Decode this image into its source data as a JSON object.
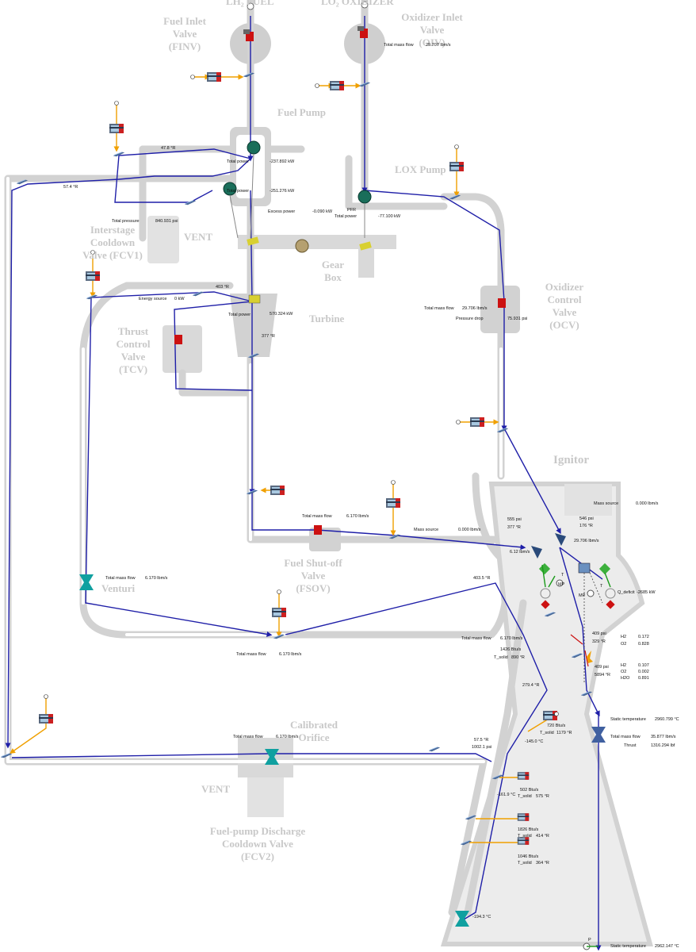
{
  "labels": {
    "lh2_tank": "LH₂ FUEL",
    "lo2_tank": "LO₂ OXIDIZER",
    "finv": [
      "Fuel Inlet",
      "Valve",
      "(FINV)"
    ],
    "oiv": [
      "Oxidizer Inlet",
      "Valve",
      "(OIV)"
    ],
    "fuel_pump": "Fuel Pump",
    "lox_pump": "LOX Pump",
    "fcv1": [
      "Interstage",
      "Cooldown",
      "Valve (FCV1)"
    ],
    "vent_top": "VENT",
    "gear_box": [
      "Gear",
      "Box"
    ],
    "turbine": "Turbine",
    "tcv": [
      "Thrust",
      "Control",
      "Valve",
      "(TCV)"
    ],
    "ocv": [
      "Oxidizer",
      "Control",
      "Valve",
      "(OCV)"
    ],
    "ignitor": "Ignitor",
    "fsov": [
      "Fuel Shut-off",
      "Valve",
      "(FSOV)"
    ],
    "venturi": "Venturi",
    "orifice": [
      "Calibrated",
      "Orifice"
    ],
    "vent_bottom": "VENT",
    "fcv2": [
      "Fuel-pump Discharge",
      "Cooldown Valve",
      "(FCV2)"
    ]
  },
  "readouts": {
    "oxidizer_mass_flow": {
      "label": "Total mass flow",
      "value": "29.707 lbm/s"
    },
    "pump_temp": "47.8 °R",
    "fuel_pump_power1": {
      "label": "Total power",
      "value": "-237.892 kW"
    },
    "left_temp": "57.4 °R",
    "fuel_pump_power2": {
      "label": "Total power",
      "value": "-251.276 kW"
    },
    "excess_power": {
      "label": "Excess power",
      "value": "-0.090 kW"
    },
    "pfr": "PFR",
    "lox_pump_power": {
      "label": "Total power",
      "value": "-77.100 kW"
    },
    "total_pressure": {
      "label": "Total pressure",
      "value": "840.931 psi"
    },
    "turbine_in_temp": "403 °R",
    "energy_source": {
      "label": "Energy source",
      "value": "0 kW"
    },
    "turbine_power": {
      "label": "Total power",
      "value": "570.324 kW"
    },
    "turbine_out_temp": "377 °R",
    "ocv_mass_flow": {
      "label": "Total mass flow",
      "value": "29.706 lbm/s"
    },
    "ocv_pressure_drop": {
      "label": "Pressure drop",
      "value": "75.931 psi"
    },
    "ign_mass_source": {
      "label": "Mass source",
      "value": "0.000 lbm/s"
    },
    "ign_p": "546 psi",
    "ign_t": "176 °R",
    "fsov_mass_flow": {
      "label": "Total mass flow",
      "value": "6.170 lbm/s"
    },
    "fsov_mass_source": {
      "label": "Mass source",
      "value": "0.000 lbm/s"
    },
    "fsov_p": "555 psi",
    "fsov_t": "377 °R",
    "ox_flow_in": "29.706 lbm/s",
    "fuel_flow_in": "6.12 lbm/s",
    "venturi_mass_flow": {
      "label": "Total mass flow",
      "value": "6.170 lbm/s"
    },
    "mp1": "MP",
    "t1": "T",
    "mp2": "MP",
    "t2": "T",
    "q_deficit": {
      "label": "Q_deficit",
      "value": "-2685 kW"
    },
    "ret_temp": "403.5 °R",
    "cooling_mass_flow": {
      "label": "Total mass flow",
      "value": "6.170 lbm/s"
    },
    "cooling_heat": "1426 Btu/s",
    "cooling_tsolid": {
      "label": "T_solid",
      "value": "890 °R"
    },
    "lower_mass_flow": {
      "label": "Total mass flow",
      "value": "6.170 lbm/s"
    },
    "chamber1": {
      "p": "409 psi",
      "t": "329 °R",
      "h2_label": "H2",
      "h2": "0.172",
      "o2_label": "O2",
      "o2": "0.828"
    },
    "chamber2": {
      "p": "409 psi",
      "t": "5894 °R",
      "h2_label": "H2",
      "h2": "0.107",
      "o2_label": "O2",
      "o2": "0.002",
      "h2o_label": "H2O",
      "h2o": "0.891"
    },
    "jacket_temp": "279.4 °R",
    "jacket_heat1": "720 Btu/s",
    "jacket_tsolid1": {
      "label": "T_solid",
      "value": "1179 °R"
    },
    "jacket_temp_c": "-145.0 °C",
    "static_temp1": {
      "label": "Static temperature",
      "value": "2960.799 °C"
    },
    "nozzle_mass_flow": {
      "label": "Total mass flow",
      "value": "35.877 lbm/s"
    },
    "thrust": {
      "label": "Thrust",
      "value": "1316.294 lbf"
    },
    "orifice_mass_flow": {
      "label": "Total mass flow",
      "value": "6.170 lbm/s"
    },
    "orifice_t": "57.5 °R",
    "orifice_p": "1002.1 psi",
    "jacket_temp_c2": "-161.9 °C",
    "jacket_heat2": "502 Btu/s",
    "jacket_tsolid2": {
      "label": "T_solid",
      "value": "575 °R"
    },
    "jacket_heat3": "1826 Btu/s",
    "jacket_tsolid3": {
      "label": "T_solid",
      "value": "414 °R"
    },
    "jacket_heat4": "1046 Btu/s",
    "jacket_tsolid4": {
      "label": "T_solid",
      "value": "364 °R"
    },
    "bottom_temp_c": "-194.3 °C",
    "p_label": "P",
    "static_temp2": {
      "label": "Static temperature",
      "value": "2962.147 °C"
    }
  },
  "colors": {
    "flow": "#1f1fa8",
    "heat": "#f0a000",
    "pipe": "#d2d2d2",
    "valve": "#cc1111",
    "pump": "#1a6e5a",
    "turbine_shaft": "#d8d030"
  }
}
